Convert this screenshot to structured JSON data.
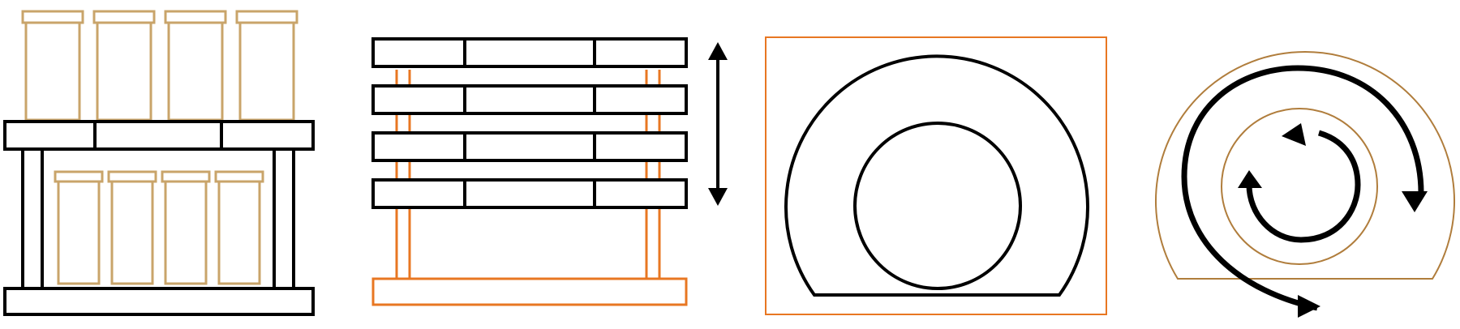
{
  "colors": {
    "line": "#000000",
    "accent": "#e87722",
    "accent_light": "#c9a46a",
    "background": "#ffffff"
  },
  "panels": [
    {
      "id": "pallet-rack-with-cartons",
      "icons": [
        "rack-frame",
        "carton-row-top",
        "carton-row-bottom"
      ]
    },
    {
      "id": "stacked-pallets",
      "icons": [
        "pallet-stack",
        "double-headed-vertical-arrow"
      ]
    },
    {
      "id": "tunnel-cross-section",
      "icons": [
        "outer-arch",
        "inner-circle",
        "frame"
      ]
    },
    {
      "id": "rotating-tunnel",
      "icons": [
        "outer-arch",
        "inner-arch",
        "clockwise-arrow",
        "counterclockwise-arrow"
      ]
    }
  ]
}
